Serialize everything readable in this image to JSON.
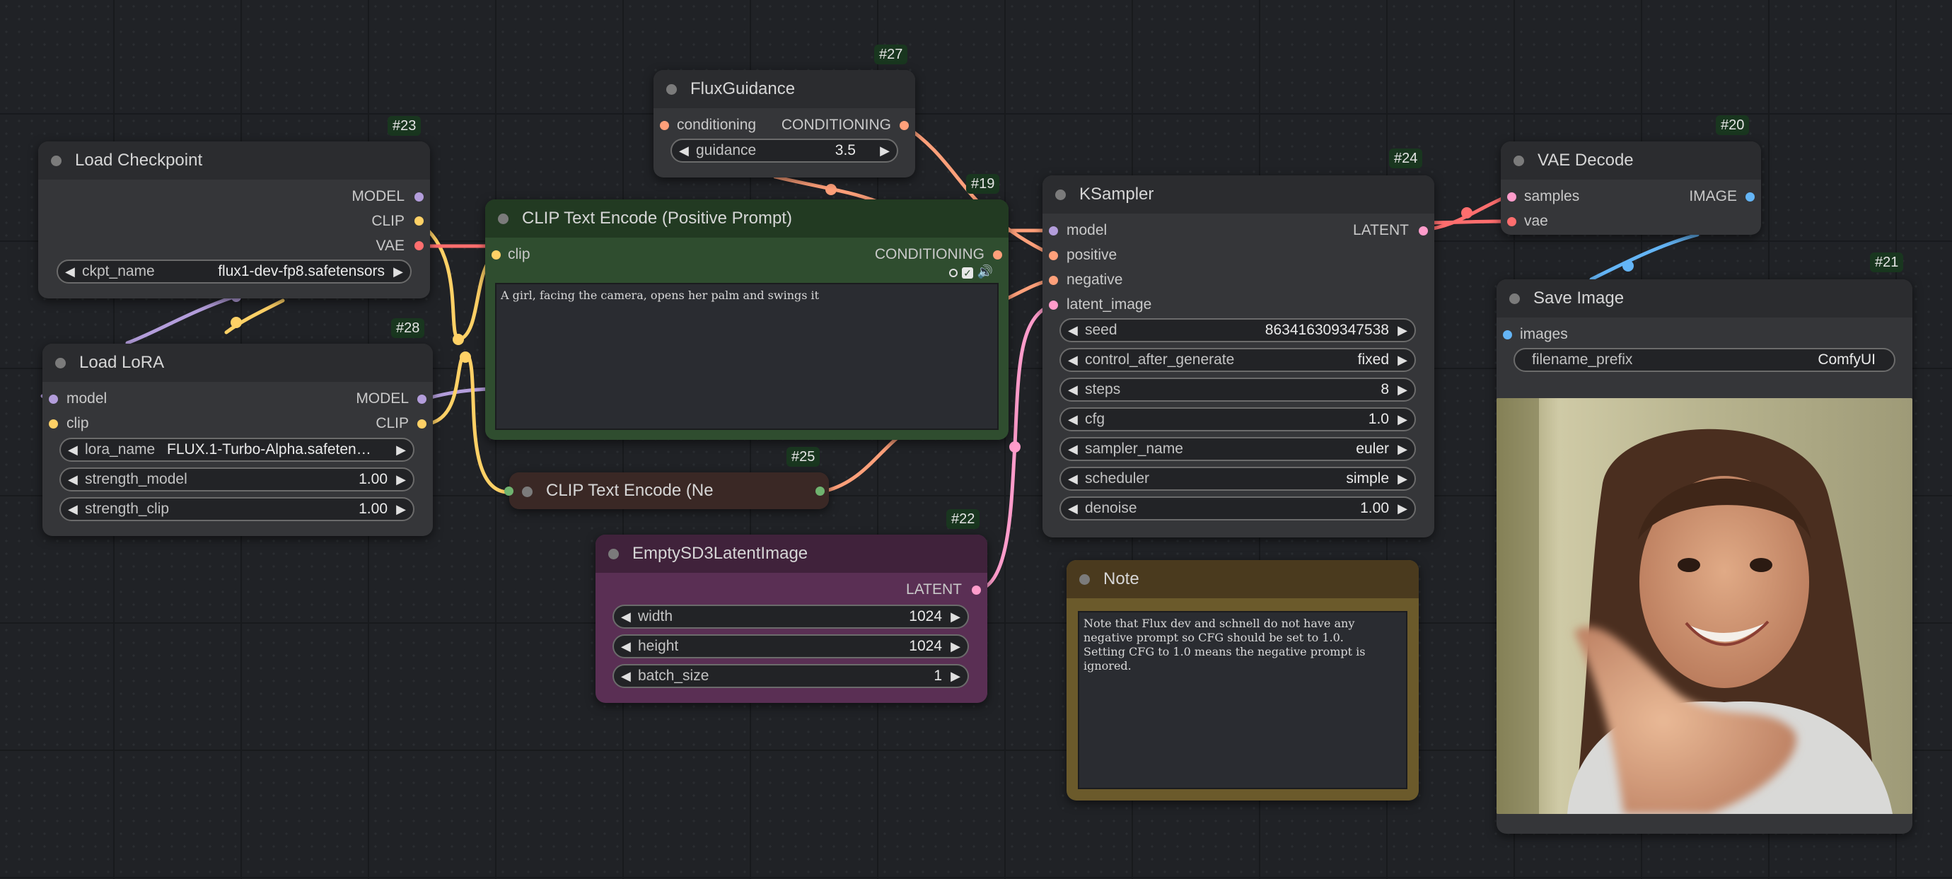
{
  "colors": {
    "model": "#b39ddb",
    "clip": "#ffd166",
    "vae": "#ff6e6e",
    "conditioning": "#ffa07a",
    "latent": "#ff9ccb",
    "image": "#64b5f6"
  },
  "nodes": {
    "load_checkpoint": {
      "id": "#23",
      "title": "Load Checkpoint",
      "outputs": [
        "MODEL",
        "CLIP",
        "VAE"
      ],
      "widgets": [
        {
          "name": "ckpt_name",
          "value": "flux1-dev-fp8.safetensors"
        }
      ]
    },
    "load_lora": {
      "id": "#28",
      "title": "Load LoRA",
      "inputs": [
        "model",
        "clip"
      ],
      "outputs": [
        "MODEL",
        "CLIP"
      ],
      "widgets": [
        {
          "name": "lora_name",
          "value": "FLUX.1-Turbo-Alpha.safeten…"
        },
        {
          "name": "strength_model",
          "value": "1.00"
        },
        {
          "name": "strength_clip",
          "value": "1.00"
        }
      ]
    },
    "flux_guidance": {
      "id": "#27",
      "title": "FluxGuidance",
      "input": "conditioning",
      "output": "CONDITIONING",
      "widget": {
        "name": "guidance",
        "value": "3.5"
      }
    },
    "clip_positive": {
      "id": "#19",
      "title": "CLIP Text Encode (Positive Prompt)",
      "input": "clip",
      "output": "CONDITIONING",
      "text": "A girl, facing the camera, opens her palm and swings it"
    },
    "clip_negative": {
      "id": "#25",
      "title": "CLIP Text Encode (Ne"
    },
    "empty_latent": {
      "id": "#22",
      "title": "EmptySD3LatentImage",
      "output": "LATENT",
      "widgets": [
        {
          "name": "width",
          "value": "1024"
        },
        {
          "name": "height",
          "value": "1024"
        },
        {
          "name": "batch_size",
          "value": "1"
        }
      ]
    },
    "ksampler": {
      "id": "#24",
      "title": "KSampler",
      "inputs": [
        "model",
        "positive",
        "negative",
        "latent_image"
      ],
      "output": "LATENT",
      "widgets": [
        {
          "name": "seed",
          "value": "863416309347538"
        },
        {
          "name": "control_after_generate",
          "value": "fixed"
        },
        {
          "name": "steps",
          "value": "8"
        },
        {
          "name": "cfg",
          "value": "1.0"
        },
        {
          "name": "sampler_name",
          "value": "euler"
        },
        {
          "name": "scheduler",
          "value": "simple"
        },
        {
          "name": "denoise",
          "value": "1.00"
        }
      ]
    },
    "note": {
      "title": "Note",
      "text": "Note that Flux dev and schnell do not have any\nnegative prompt so CFG should be set to 1.0.\nSetting CFG to 1.0 means the negative prompt is\nignored."
    },
    "vae_decode": {
      "id": "#20",
      "title": "VAE Decode",
      "inputs": [
        "samples",
        "vae"
      ],
      "output": "IMAGE"
    },
    "save_image": {
      "id": "#21",
      "title": "Save Image",
      "input": "images",
      "widget": {
        "name": "filename_prefix",
        "value": "ComfyUI"
      }
    }
  }
}
